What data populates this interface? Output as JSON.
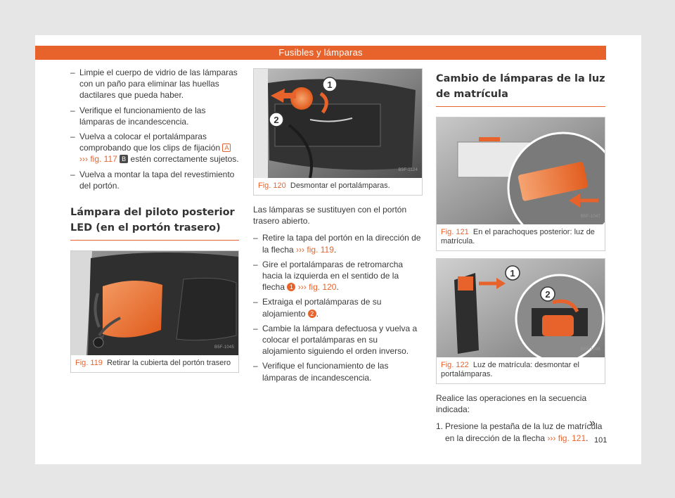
{
  "header": {
    "title": "Fusibles y lámparas"
  },
  "col1": {
    "bullets": [
      {
        "text": "Limpie el cuerpo de vidrio de las lámparas con un paño para eliminar las huellas dactilares que pueda haber."
      },
      {
        "text": "Verifique el funcionamiento de las lámparas de incandescencia."
      },
      {
        "pre": "Vuelva a colocar el portalámparas comprobando que los clips de fijación",
        "tag_a": "A",
        "arrows": "›››",
        "ref": "fig. 117",
        "tag_b": "B",
        "post": "estén correctamente sujetos."
      },
      {
        "text": "Vuelva a montar la tapa del revestimiento del portón."
      }
    ],
    "section_title": "Lámpara del piloto posterior LED (en el portón trasero)",
    "figure": {
      "code": "B5F-1045",
      "label": "Fig. 119",
      "caption": "Retirar la cubierta del portón trasero"
    }
  },
  "col2": {
    "figure": {
      "code": "B5F-1124",
      "label": "Fig. 120",
      "caption": "Desmontar el portalámparas.",
      "callouts": [
        "1",
        "2"
      ]
    },
    "intro": "Las lámparas se sustituyen con el portón trasero abierto.",
    "bullets": [
      {
        "pre": "Retire la tapa del portón en la dirección de la flecha",
        "arrows": "›››",
        "ref": "fig. 119",
        "post": "."
      },
      {
        "pre": "Gire el portalámparas de retromarcha hacia la izquierda en el sentido de la flecha",
        "tag": "1",
        "arrows": "›››",
        "ref": "fig. 120",
        "post": "."
      },
      {
        "pre": "Extraiga el portalámparas de su alojamiento",
        "tag": "2",
        "post": "."
      },
      {
        "text": "Cambie la lámpara defectuosa y vuelva a colocar el portalámparas en su alojamiento siguiendo el orden inverso."
      },
      {
        "text": "Verifique el funcionamiento de las lámparas de incandescencia."
      }
    ]
  },
  "col3": {
    "section_title": "Cambio de lámparas de la luz de matrícula",
    "figure1": {
      "code": "B5F-1047",
      "label": "Fig. 121",
      "caption": "En el parachoques posterior: luz de matrícula."
    },
    "figure2": {
      "code": "B5F-1048",
      "label": "Fig. 122",
      "caption": "Luz de matrícula: desmontar el portalámparas.",
      "callouts": [
        "1",
        "2"
      ]
    },
    "intro": "Realice las operaciones en la secuencia indicada:",
    "steps": [
      {
        "num": "1.",
        "pre": "Presione la pestaña de la luz de matrícula en la dirección de la flecha",
        "arrows": "›››",
        "ref": "fig. 121",
        "post": "."
      }
    ],
    "continue_mark": "»"
  },
  "page_number": "101",
  "colors": {
    "accent": "#e8632b",
    "text": "#3a3a3a"
  }
}
